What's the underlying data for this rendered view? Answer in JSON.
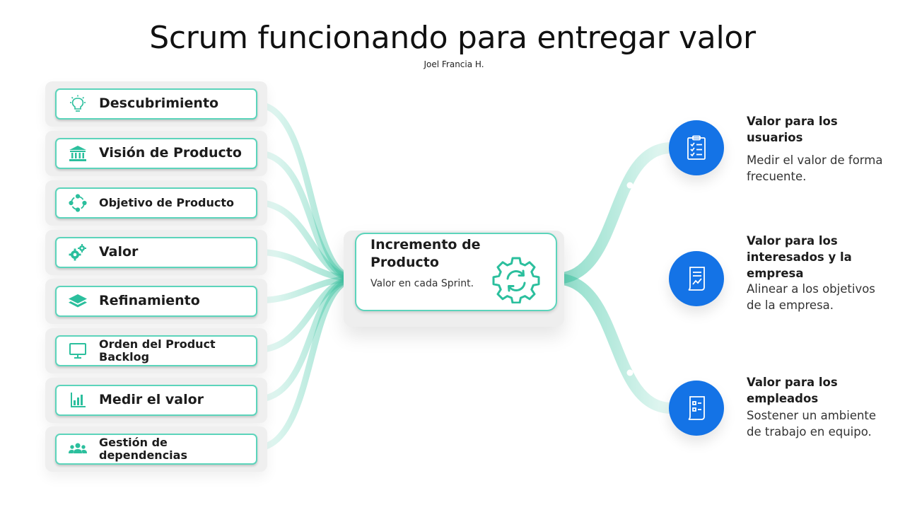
{
  "title": "Scrum funcionando para entregar valor",
  "subtitle": "Joel Francia H.",
  "colors": {
    "accent": "#5cd4bb",
    "blue": "#1473e6",
    "flow": "#3cc5a3"
  },
  "inputs": [
    {
      "label": "Descubrimiento",
      "icon": "lightbulb-icon"
    },
    {
      "label": "Visión de Producto",
      "icon": "bank-icon"
    },
    {
      "label": "Objetivo de Producto",
      "icon": "target-cycle-icon"
    },
    {
      "label": "Valor",
      "icon": "gears-icon"
    },
    {
      "label": "Refinamiento",
      "icon": "layers-icon"
    },
    {
      "label": "Orden del Product Backlog",
      "icon": "monitor-icon"
    },
    {
      "label": "Medir el valor",
      "icon": "bar-chart-icon"
    },
    {
      "label": "Gestión de dependencias",
      "icon": "people-icon"
    }
  ],
  "center": {
    "title": "Incremento de Producto",
    "text": "Valor en cada Sprint.",
    "icon": "gear-refresh-icon"
  },
  "outputs": [
    {
      "title": "Valor para los usuarios",
      "text": "Medir el valor de forma frecuente.",
      "icon": "checklist-icon"
    },
    {
      "title": "Valor para los interesados y la empresa",
      "text": "Alinear a los objetivos de la empresa.",
      "icon": "report-icon"
    },
    {
      "title": "Valor para los empleados",
      "text": "Sostener un ambiente de trabajo en equipo.",
      "icon": "form-icon"
    }
  ]
}
